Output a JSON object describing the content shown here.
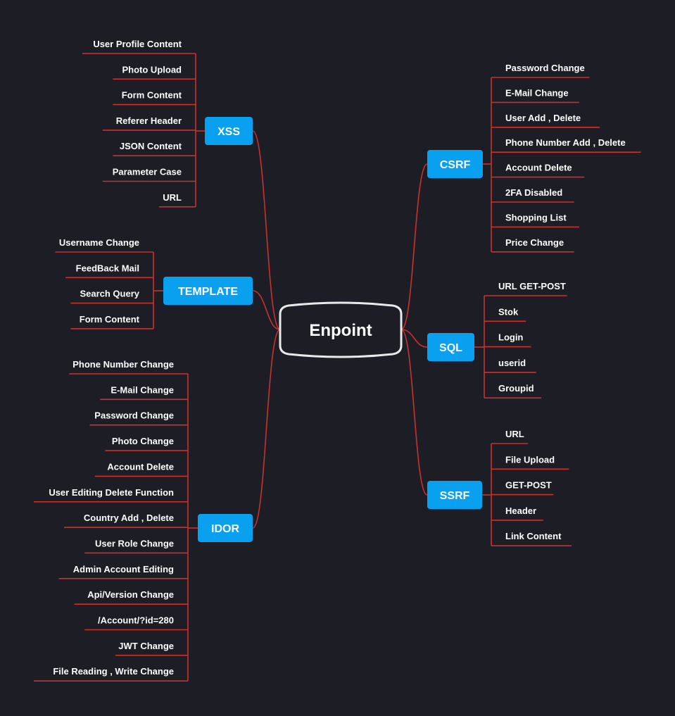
{
  "root": {
    "label": "Enpoint"
  },
  "colors": {
    "background": "#1c1d25",
    "category": "#0aa0f0",
    "line": "#c8322d",
    "text": "#ffffff"
  },
  "categories": [
    {
      "id": "xss",
      "label": "XSS",
      "side": "left",
      "items": [
        "User Profile Content",
        "Photo Upload",
        "Form Content",
        "Referer Header",
        "JSON Content",
        "Parameter Case",
        "URL"
      ]
    },
    {
      "id": "template",
      "label": "TEMPLATE",
      "side": "left",
      "items": [
        "Username Change",
        "FeedBack Mail",
        "Search Query",
        "Form Content"
      ]
    },
    {
      "id": "idor",
      "label": "IDOR",
      "side": "left",
      "items": [
        "Phone Number Change",
        "E-Mail Change",
        "Password Change",
        "Photo Change",
        "Account Delete",
        "User Editing Delete Function",
        "Country Add , Delete",
        "User Role Change",
        "Admin Account Editing",
        "Api/Version Change",
        "/Account/?id=280",
        "JWT Change",
        "File Reading , Write Change"
      ]
    },
    {
      "id": "csrf",
      "label": "CSRF",
      "side": "right",
      "items": [
        "Password Change",
        "E-Mail Change",
        "User Add , Delete",
        "Phone Number Add , Delete",
        "Account Delete",
        "2FA Disabled",
        "Shopping List",
        "Price Change"
      ]
    },
    {
      "id": "sql",
      "label": "SQL",
      "side": "right",
      "items": [
        "URL GET-POST",
        "Stok",
        "Login",
        "userid",
        "Groupid"
      ]
    },
    {
      "id": "ssrf",
      "label": "SSRF",
      "side": "right",
      "items": [
        "URL",
        "File Upload",
        "GET-POST",
        "Header",
        "Link Content"
      ]
    }
  ]
}
